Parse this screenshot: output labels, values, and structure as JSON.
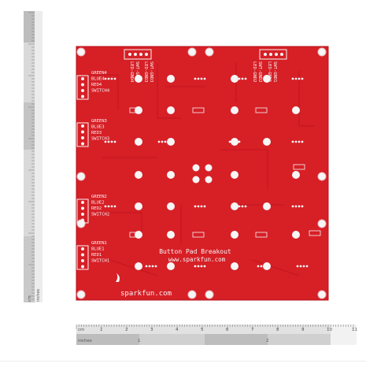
{
  "board": {
    "title": "Button Pad Breakout",
    "url": "www.sparkfun.com",
    "brand": "sparkfun.com",
    "color": "#d71f26",
    "silk": "#f4f4f4",
    "header_labels": {
      "row4": [
        "GREEN4",
        "BLUE4",
        "RED4",
        "SWITCH4"
      ],
      "row3": [
        "GREEN3",
        "BLUE3",
        "RED3",
        "SWITCH3"
      ],
      "row2": [
        "GREEN2",
        "BLUE2",
        "RED2",
        "SWITCH2"
      ],
      "row1": [
        "GREEN1",
        "BLUE1",
        "RED1",
        "SWITCH1"
      ]
    },
    "top_labels": {
      "left": [
        "LED-GND4",
        "SWT-GND4",
        "LED-GND3",
        "SWT-GND3"
      ],
      "right": [
        "LED-GND2",
        "SWT-GND2",
        "LED-GND1",
        "SWT-GND1"
      ]
    }
  },
  "ruler_bottom": {
    "cm_label": "cm",
    "cm_ticks": [
      "1",
      "2",
      "3",
      "4",
      "5",
      "6",
      "7",
      "8",
      "9",
      "10",
      "11"
    ],
    "inch_label": "inches",
    "inch_ticks": [
      "1",
      "2"
    ]
  },
  "ruler_left": {
    "cm_label": "cm",
    "inch_label": "inches"
  }
}
